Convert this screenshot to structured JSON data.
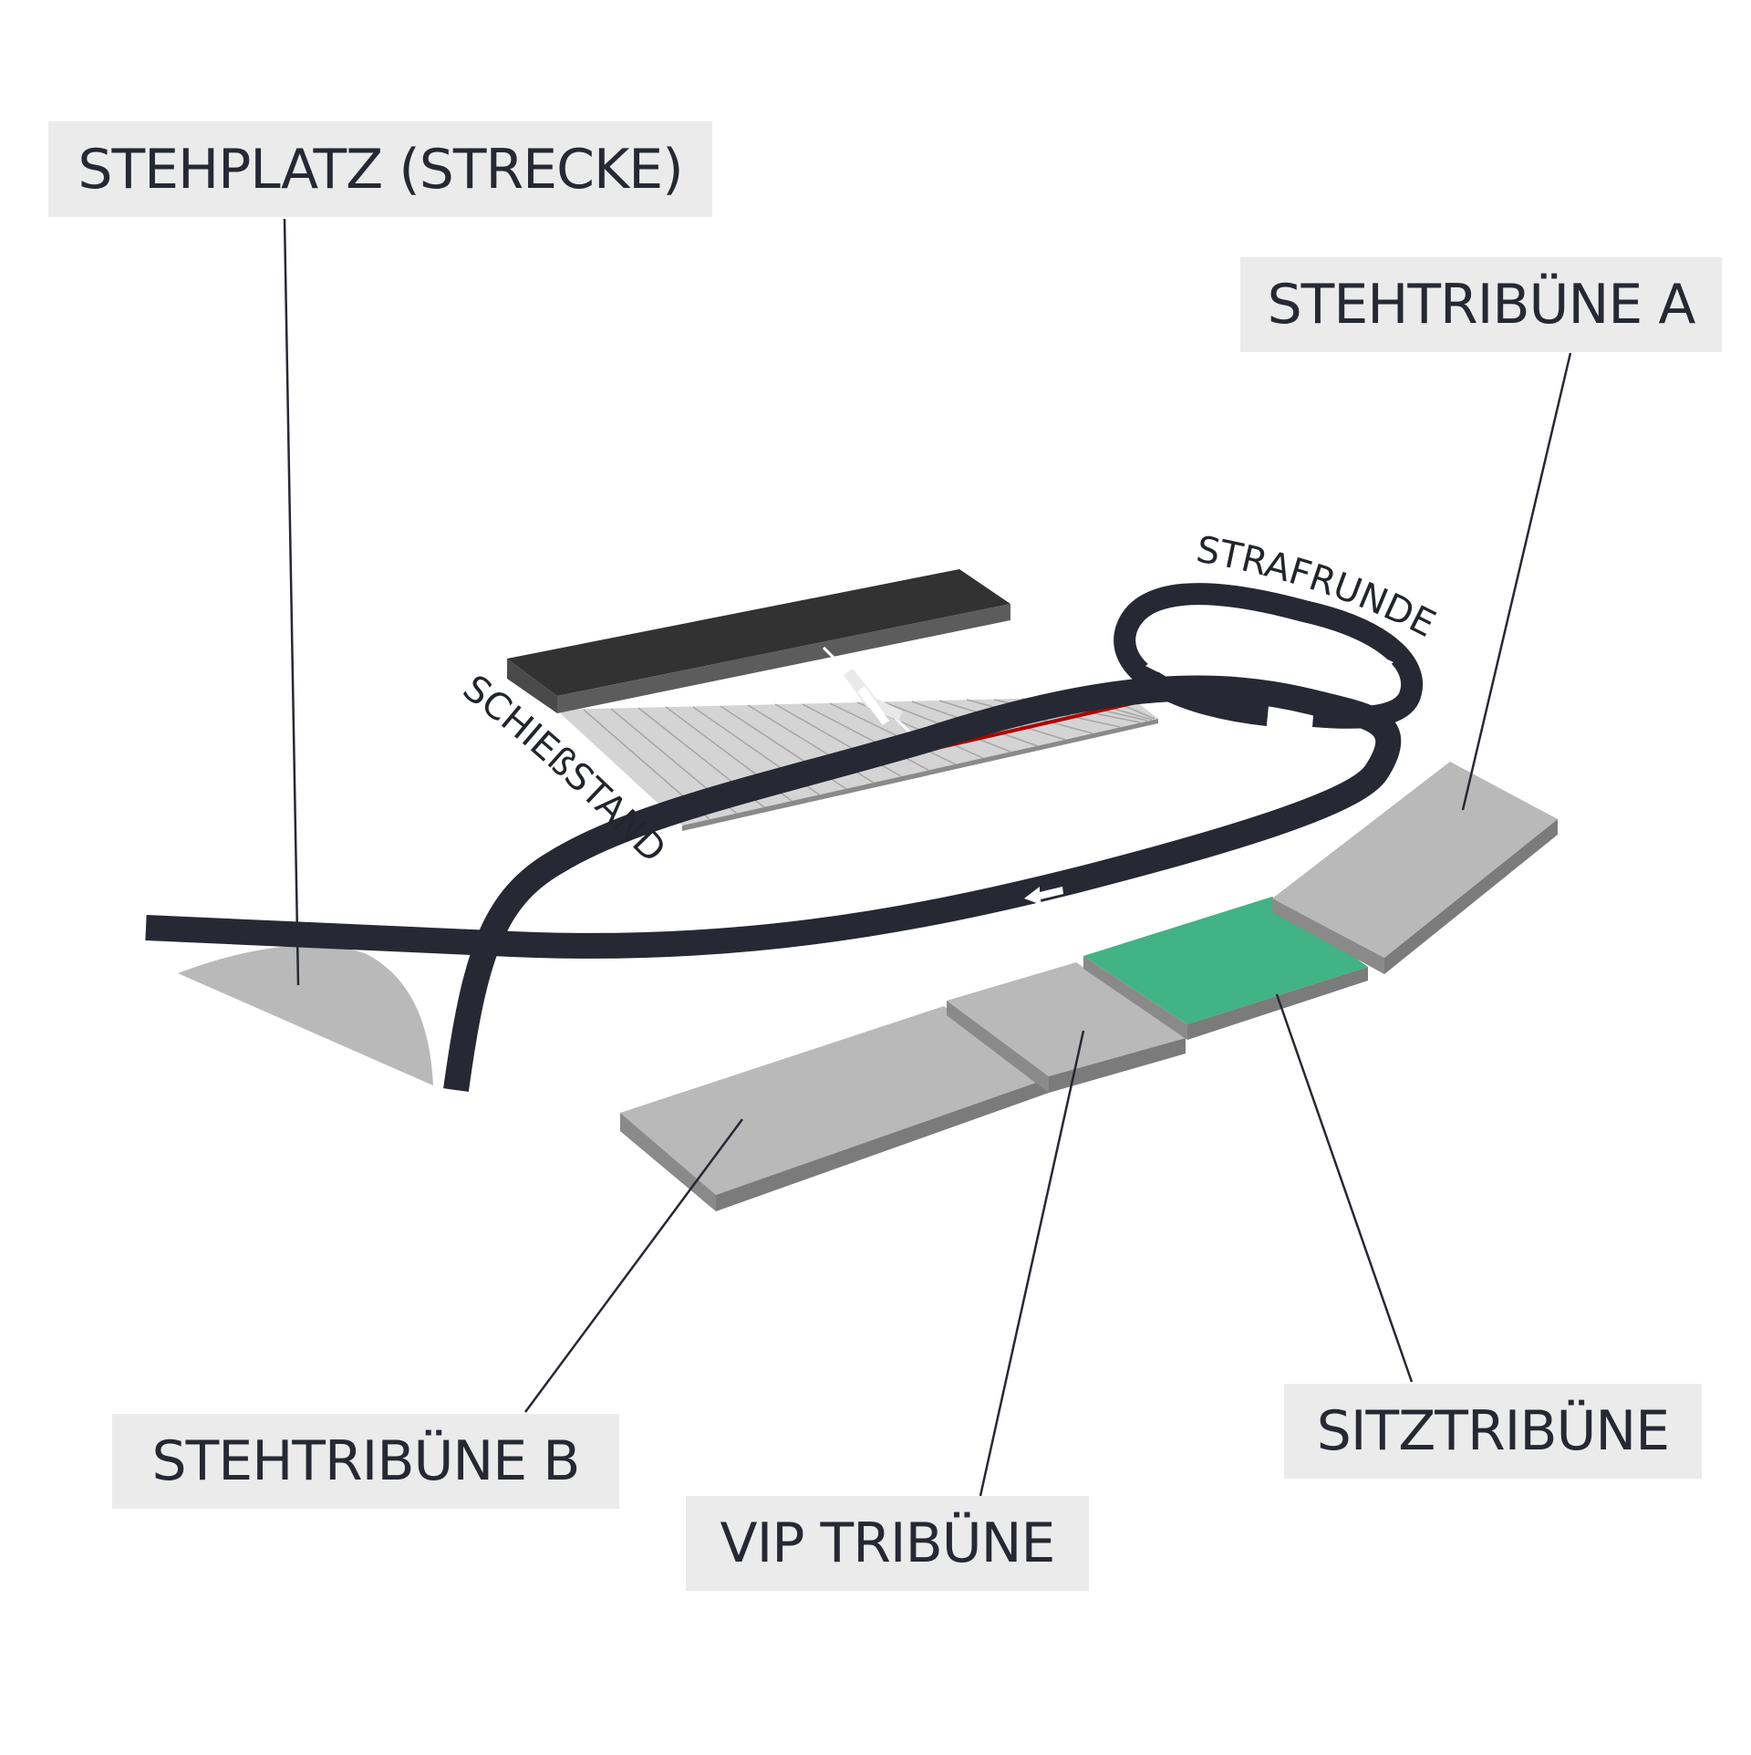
{
  "map": {
    "colors": {
      "track": "#262933",
      "stand_top": "#b9b9b9",
      "stand_side": "#7b7b7b",
      "sitz_top": "#41b384",
      "label_bg": "#ebebeb",
      "label_text": "#262933",
      "shooting_line": "#b00000"
    },
    "labels": {
      "stehplatz": "STEHPLATZ (STRECKE)",
      "stehtribuene_a": "STEHTRIBÜNE A",
      "stehtribuene_b": "STEHTRIBÜNE B",
      "vip_tribuene": "VIP TRIBÜNE",
      "sitztribuene": "SITZTRIBÜNE"
    },
    "area_labels": {
      "schiessstand": "SCHIEßSTAND",
      "strafrunde": "STRAFRUNDE"
    },
    "icons": {
      "biathlete": "biathlete-icon",
      "direction_arrow": "arrow-icon"
    }
  }
}
